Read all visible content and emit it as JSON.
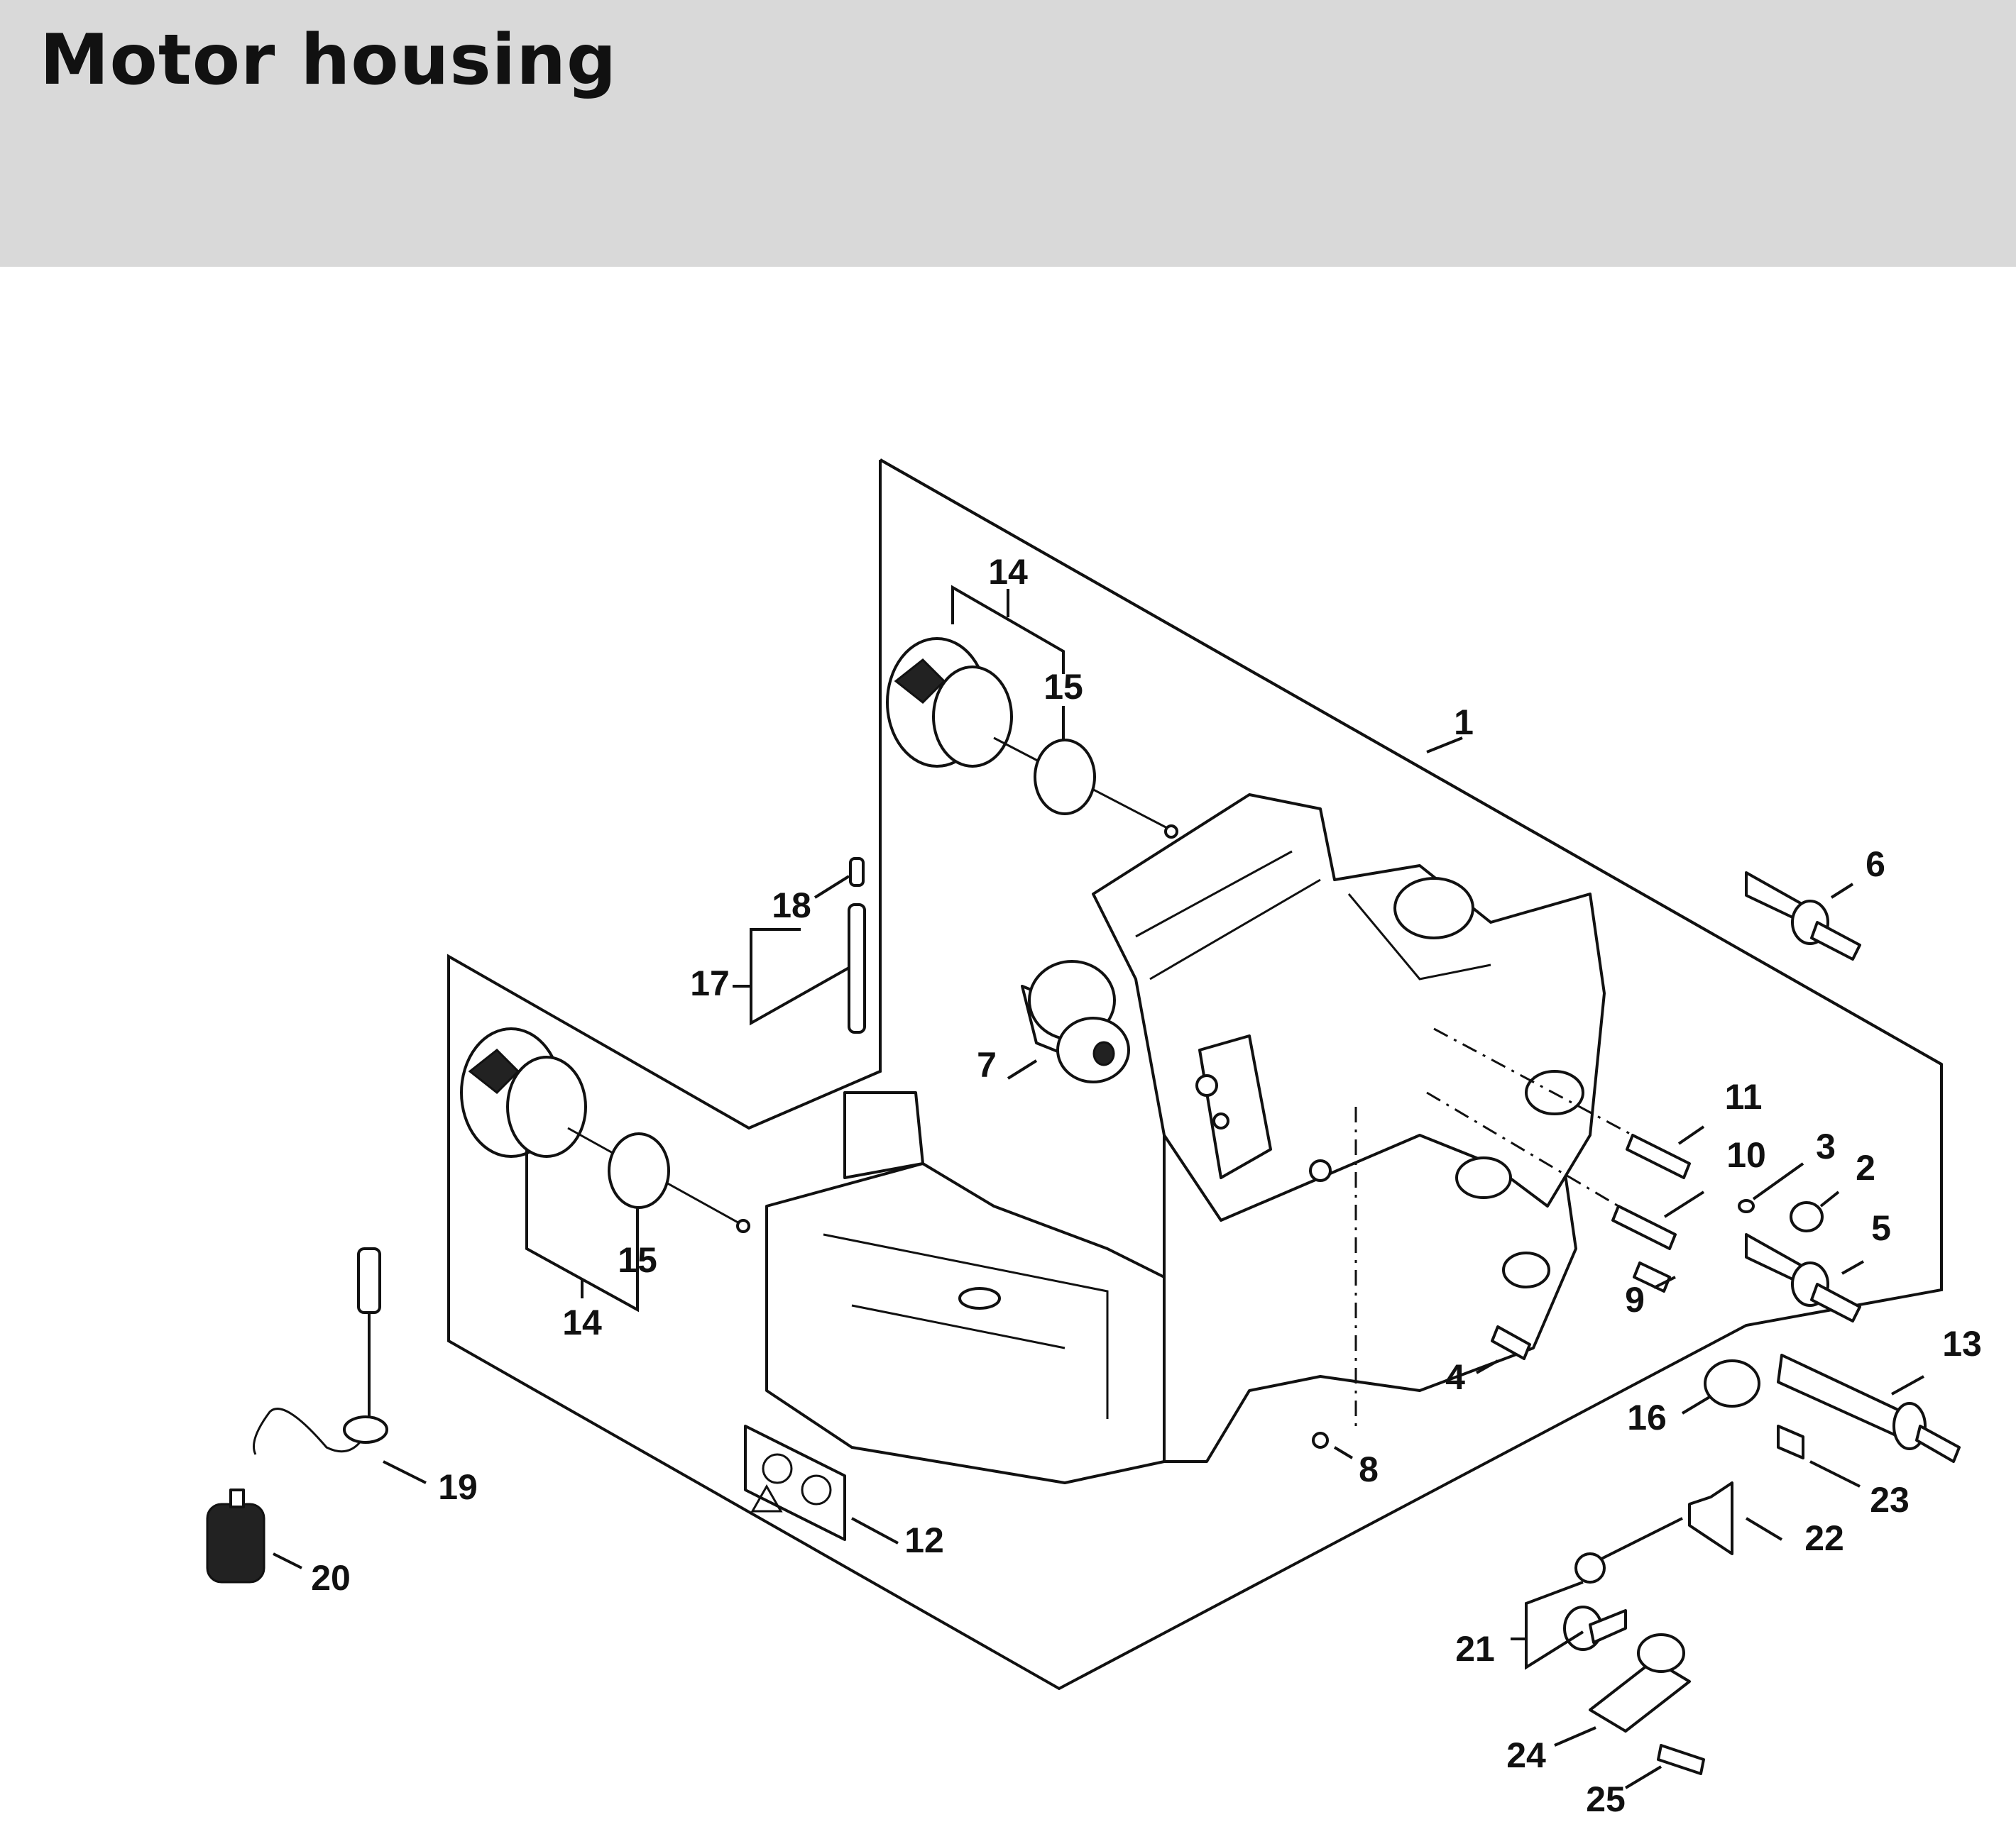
{
  "title": "Motor housing",
  "callouts": {
    "c1": "1",
    "c2": "2",
    "c3": "3",
    "c4": "4",
    "c5": "5",
    "c6": "6",
    "c7": "7",
    "c8": "8",
    "c9": "9",
    "c10": "10",
    "c11": "11",
    "c12": "12",
    "c13": "13",
    "c14a": "14",
    "c14b": "14",
    "c15a": "15",
    "c15b": "15",
    "c16": "16",
    "c17": "17",
    "c18": "18",
    "c19": "19",
    "c20": "20",
    "c21": "21",
    "c22": "22",
    "c23": "23",
    "c24": "24",
    "c25": "25"
  },
  "colors": {
    "header_bg": "#d9d9d9",
    "line": "#111111"
  }
}
